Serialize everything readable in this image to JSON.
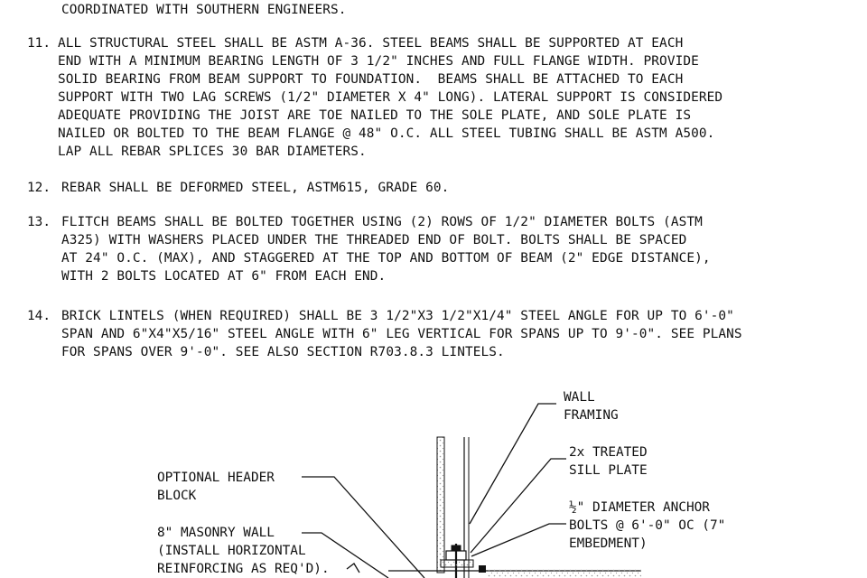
{
  "notes": {
    "intro": {
      "lines": [
        "COORDINATED WITH SOUTHERN ENGINEERS."
      ]
    },
    "n11": {
      "number": "11.",
      "lines": [
        "ALL STRUCTURAL STEEL SHALL BE ASTM A-36. STEEL BEAMS SHALL BE SUPPORTED AT EACH",
        "END WITH A MINIMUM BEARING LENGTH OF 3 1/2\" INCHES AND FULL FLANGE WIDTH. PROVIDE",
        "SOLID BEARING FROM BEAM SUPPORT TO FOUNDATION.  BEAMS SHALL BE ATTACHED TO EACH",
        "SUPPORT WITH TWO LAG SCREWS (1/2\" DIAMETER x 4\" LONG). LATERAL SUPPORT IS CONSIDERED",
        "ADEQUATE PROVIDING THE JOIST ARE TOE NAILED TO THE SOLE PLATE, AND SOLE PLATE IS",
        "NAILED OR BOLTED TO THE BEAM FLANGE @ 48\" O.C. ALL STEEL TUBING SHALL BE ASTM A500.",
        "LAP ALL REBAR SPLICES 30 BAR DIAMETERS."
      ]
    },
    "n12": {
      "number": "12.",
      "lines": [
        "REBAR SHALL BE DEFORMED STEEL, ASTM615, GRADE 60."
      ]
    },
    "n13": {
      "number": "13.",
      "lines": [
        "FLITCH BEAMS SHALL BE BOLTED TOGETHER USING (2) ROWS OF 1/2\" DIAMETER BOLTS (ASTM",
        "A325) WITH WASHERS PLACED UNDER THE THREADED END OF BOLT. BOLTS SHALL BE SPACED",
        "AT 24\" O.C. (MAX), AND STAGGERED AT THE TOP AND BOTTOM OF BEAM (2\" EDGE DISTANCE),",
        "WITH 2 BOLTS LOCATED AT 6\" FROM EACH END."
      ]
    },
    "n14": {
      "number": "14.",
      "lines": [
        "BRICK LINTELS (WHEN REQUIRED) SHALL BE 3 1/2\"x3 1/2\"x1/4\" STEEL ANGLE FOR UP TO 6'-0\"",
        "SPAN AND 6\"x4\"x5/16\" STEEL ANGLE WITH 6\" LEG VERTICAL FOR SPANS UP TO 9'-0\". SEE PLANS",
        "FOR SPANS OVER 9'-0\". SEE ALSO SECTION R703.8.3 LINTELS."
      ]
    }
  },
  "callouts": {
    "wall_framing": [
      "WALL",
      "FRAMING"
    ],
    "sill_plate": [
      "2x TREATED",
      "SILL PLATE"
    ],
    "header_block": [
      "OPTIONAL HEADER",
      "BLOCK"
    ],
    "anchor_bolts": [
      "½\" DIAMETER ANCHOR",
      "BOLTS @ 6'-0\" OC (7\"",
      "EMBEDMENT)"
    ],
    "masonry_wall": [
      "8\" MASONRY WALL",
      "(INSTALL HORIZONTAL",
      "REINFORCING AS REQ'D)."
    ]
  },
  "colors": {
    "ink": "#111111",
    "paper": "#ffffff",
    "hatch": "#9a9a9a"
  }
}
